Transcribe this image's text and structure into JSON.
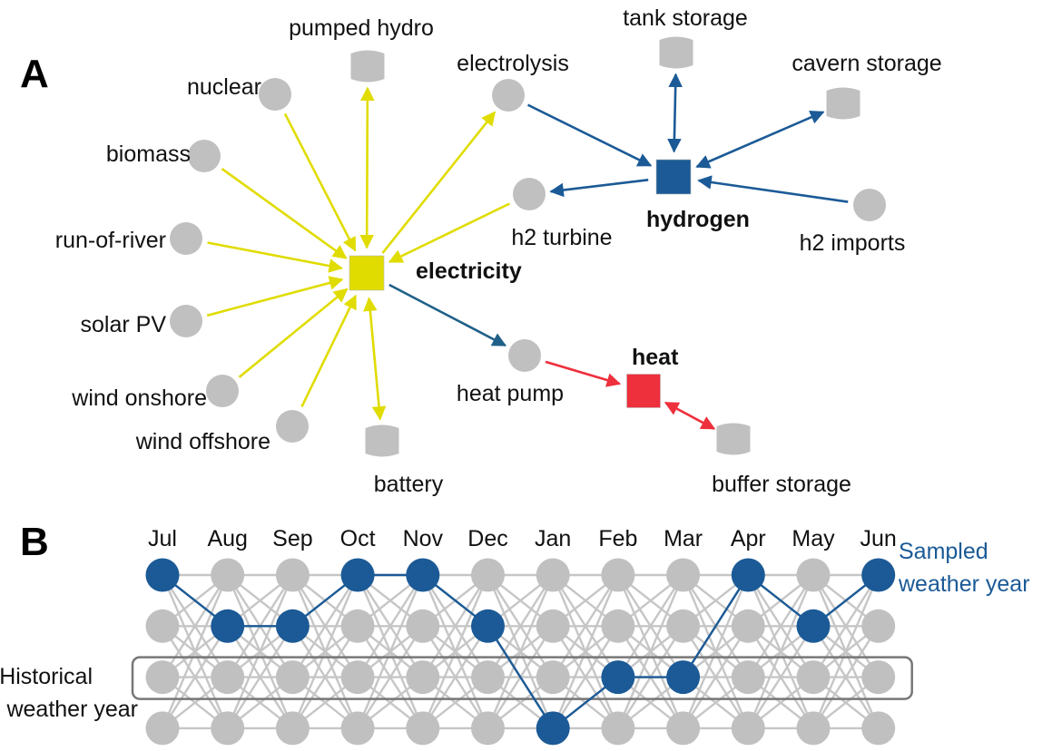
{
  "colors": {
    "electricity": "#e0dc00",
    "hydrogen": "#1b5a96",
    "heat": "#ee2f3c",
    "elec_to_heat_link": "#1f6088",
    "node_gray": "#c0c0c0",
    "grid_gray": "#c6c6c6",
    "box_outline": "#777777",
    "sampled_text": "#1b5a96"
  },
  "panel_a": {
    "label": "A",
    "hubs": [
      {
        "id": "electricity",
        "label": "electricity",
        "color_key": "electricity"
      },
      {
        "id": "hydrogen",
        "label": "hydrogen",
        "color_key": "hydrogen"
      },
      {
        "id": "heat",
        "label": "heat",
        "color_key": "heat"
      }
    ],
    "technologies": [
      {
        "id": "nuclear",
        "label": "nuclear",
        "kind": "converter"
      },
      {
        "id": "biomass",
        "label": "biomass",
        "kind": "converter"
      },
      {
        "id": "run_of_river",
        "label": "run-of-river",
        "kind": "converter"
      },
      {
        "id": "solar_pv",
        "label": "solar PV",
        "kind": "converter"
      },
      {
        "id": "wind_onshore",
        "label": "wind onshore",
        "kind": "converter"
      },
      {
        "id": "wind_offshore",
        "label": "wind offshore",
        "kind": "converter"
      },
      {
        "id": "pumped_hydro",
        "label": "pumped hydro",
        "kind": "storage"
      },
      {
        "id": "battery",
        "label": "battery",
        "kind": "storage"
      },
      {
        "id": "electrolysis",
        "label": "electrolysis",
        "kind": "converter"
      },
      {
        "id": "h2_turbine",
        "label": "h2 turbine",
        "kind": "converter"
      },
      {
        "id": "tank_storage",
        "label": "tank storage",
        "kind": "storage"
      },
      {
        "id": "cavern_storage",
        "label": "cavern storage",
        "kind": "storage"
      },
      {
        "id": "h2_imports",
        "label": "h2 imports",
        "kind": "converter"
      },
      {
        "id": "heat_pump",
        "label": "heat pump",
        "kind": "converter"
      },
      {
        "id": "buffer_storage",
        "label": "buffer storage",
        "kind": "storage"
      }
    ],
    "links": [
      {
        "from": "nuclear",
        "to": "electricity",
        "carrier": "electricity",
        "bidirectional": false
      },
      {
        "from": "biomass",
        "to": "electricity",
        "carrier": "electricity",
        "bidirectional": false
      },
      {
        "from": "run_of_river",
        "to": "electricity",
        "carrier": "electricity",
        "bidirectional": false
      },
      {
        "from": "solar_pv",
        "to": "electricity",
        "carrier": "electricity",
        "bidirectional": false
      },
      {
        "from": "wind_onshore",
        "to": "electricity",
        "carrier": "electricity",
        "bidirectional": false
      },
      {
        "from": "wind_offshore",
        "to": "electricity",
        "carrier": "electricity",
        "bidirectional": false
      },
      {
        "from": "electricity",
        "to": "pumped_hydro",
        "carrier": "electricity",
        "bidirectional": true
      },
      {
        "from": "electricity",
        "to": "battery",
        "carrier": "electricity",
        "bidirectional": true
      },
      {
        "from": "electricity",
        "to": "electrolysis",
        "carrier": "electricity",
        "bidirectional": false
      },
      {
        "from": "h2_turbine",
        "to": "electricity",
        "carrier": "electricity",
        "bidirectional": false
      },
      {
        "from": "electrolysis",
        "to": "hydrogen",
        "carrier": "hydrogen",
        "bidirectional": false
      },
      {
        "from": "hydrogen",
        "to": "h2_turbine",
        "carrier": "hydrogen",
        "bidirectional": false
      },
      {
        "from": "hydrogen",
        "to": "tank_storage",
        "carrier": "hydrogen",
        "bidirectional": true
      },
      {
        "from": "hydrogen",
        "to": "cavern_storage",
        "carrier": "hydrogen",
        "bidirectional": true
      },
      {
        "from": "h2_imports",
        "to": "hydrogen",
        "carrier": "hydrogen",
        "bidirectional": false
      },
      {
        "from": "electricity",
        "to": "heat_pump",
        "carrier": "elec_to_heat_link",
        "bidirectional": false
      },
      {
        "from": "heat_pump",
        "to": "heat",
        "carrier": "heat",
        "bidirectional": false
      },
      {
        "from": "heat",
        "to": "buffer_storage",
        "carrier": "heat",
        "bidirectional": true
      }
    ]
  },
  "panel_b": {
    "label": "B",
    "months": [
      "Jul",
      "Aug",
      "Sep",
      "Oct",
      "Nov",
      "Dec",
      "Jan",
      "Feb",
      "Mar",
      "Apr",
      "May",
      "Jun"
    ],
    "historical_years_count": 4,
    "highlighted_historical_year_index": 2,
    "sampled_year_indices": [
      0,
      1,
      1,
      0,
      0,
      1,
      3,
      2,
      2,
      0,
      1,
      0
    ],
    "sampled_label_line1": "Sampled",
    "sampled_label_line2": "weather year",
    "historical_label_line1": "Historical",
    "historical_label_line2": "weather year"
  }
}
